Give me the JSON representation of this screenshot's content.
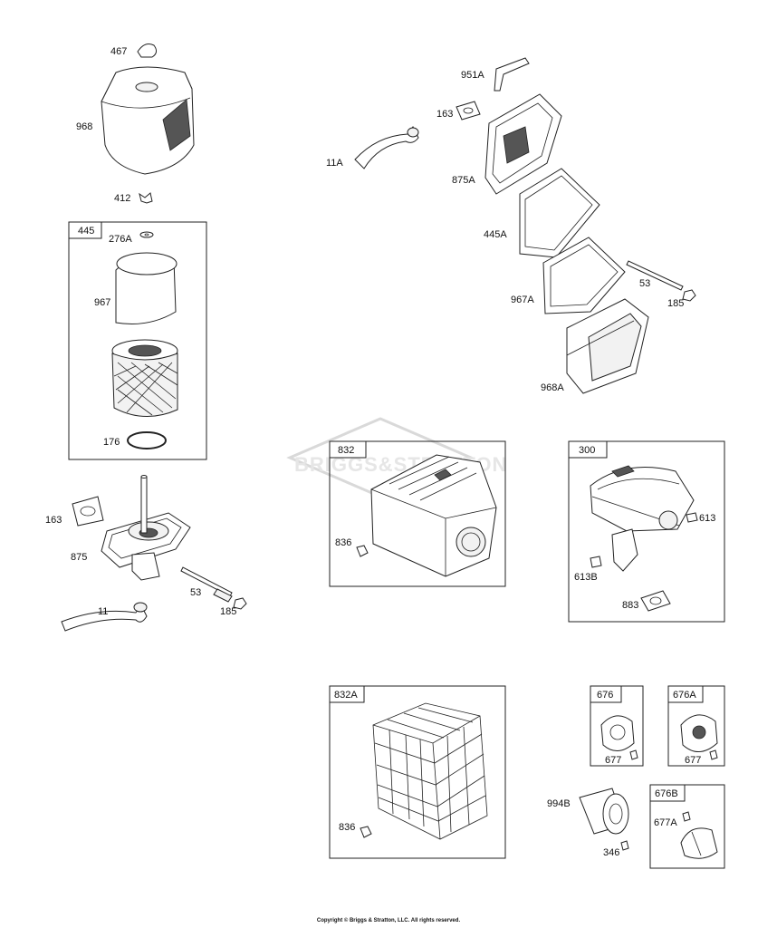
{
  "watermark_text": "BRIGGS&STRATTON",
  "copyright": "Copyright © Briggs & Stratton, LLC. All rights reserved.",
  "labels": {
    "p467": "467",
    "p968": "968",
    "p412": "412",
    "p445box": "445",
    "p276A": "276A",
    "p967": "967",
    "p176": "176",
    "p163": "163",
    "p875": "875",
    "p53": "53",
    "p185": "185",
    "p11": "11",
    "p951A": "951A",
    "p163b": "163",
    "p11A": "11A",
    "p875A": "875A",
    "p445A": "445A",
    "p53b": "53",
    "p185b": "185",
    "p967A": "967A",
    "p968A": "968A",
    "p832box": "832",
    "p836": "836",
    "p300box": "300",
    "p613": "613",
    "p613B": "613B",
    "p883": "883",
    "p832Abox": "832A",
    "p836b": "836",
    "p676box": "676",
    "p677": "677",
    "p676Abox": "676A",
    "p677b": "677",
    "p994B": "994B",
    "p346": "346",
    "p676Bbox": "676B",
    "p677A": "677A"
  }
}
